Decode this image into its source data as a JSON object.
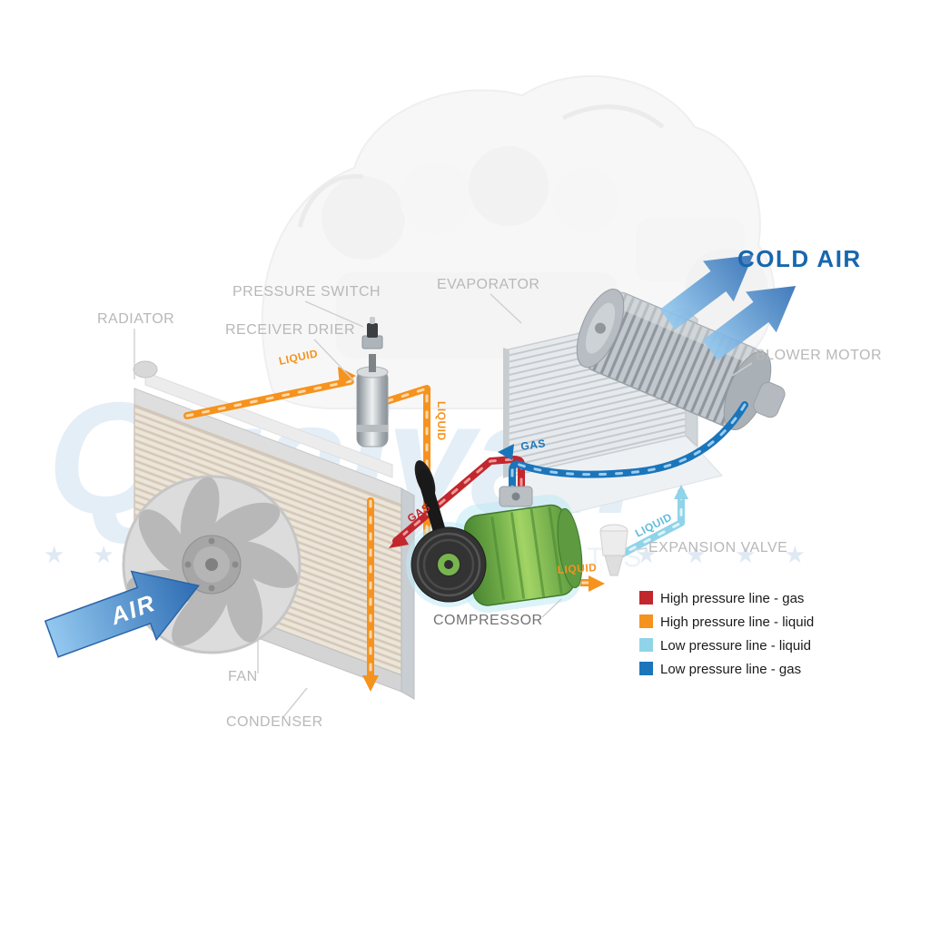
{
  "watermark": {
    "text": "Qualyair",
    "subtext": "AUTO PARTS",
    "stars_left": "★ ★ ★ ★",
    "stars_right": "★ ★ ★ ★"
  },
  "component_labels": {
    "radiator": "RADIATOR",
    "pressure_switch": "PRESSURE SWITCH",
    "receiver_drier": "RECEIVER DRIER",
    "evaporator": "EVAPORATOR",
    "blower_motor": "BLOWER MOTOR",
    "expansion_valve": "EXPANSION VALVE",
    "compressor": "COMPRESSOR",
    "fan": "FAN",
    "condenser": "CONDENSER"
  },
  "flow_labels": {
    "cold_air": "COLD AIR",
    "air": "AIR",
    "liquid_condenser": "LIQUID",
    "liquid_drier": "LIQUID",
    "liquid_expansion": "LIQUID",
    "liquid_low": "LIQUID",
    "gas_high": "GAS",
    "gas_low": "GAS"
  },
  "legend": {
    "items": [
      {
        "label": "High pressure line - gas",
        "color": "#c1272d"
      },
      {
        "label": "High pressure line - liquid",
        "color": "#f6921e"
      },
      {
        "label": "Low pressure line - liquid",
        "color": "#8fd4e8"
      },
      {
        "label": "Low pressure line -  gas",
        "color": "#1b75bb"
      }
    ]
  },
  "colors": {
    "high_gas": "#c1272d",
    "high_liquid": "#f6921e",
    "low_liquid": "#8fd4e8",
    "low_liquid_text": "#62bddc",
    "low_gas": "#1b75bb",
    "cold_air_text": "#1767ae",
    "label_gray": "#b8b8b8"
  }
}
